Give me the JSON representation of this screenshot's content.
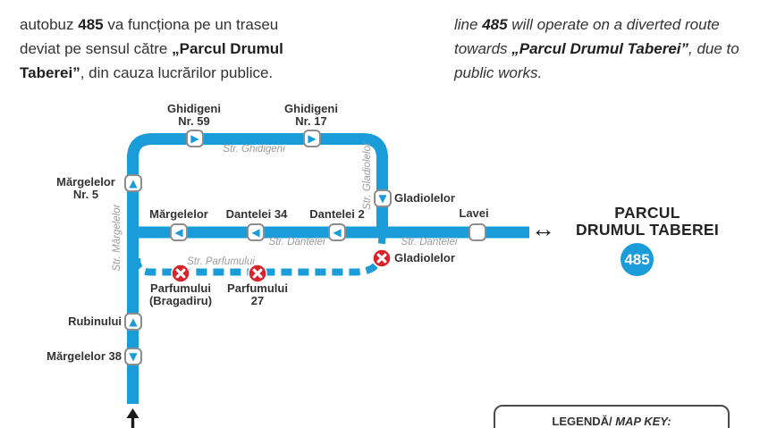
{
  "notice_ro": {
    "t1": "autobuz ",
    "b1": "485",
    "t2": " va funcționa pe un traseu deviat pe sensul către ",
    "b2": "„Parcul Drumul Taberei”",
    "t3": ", din cauza lucrărilor publice."
  },
  "notice_en": {
    "t1": "line ",
    "b1": "485",
    "t2": " will operate on a diverted route towards ",
    "b2": "„Parcul Drumul Taberei”",
    "t3": ", due to public works."
  },
  "map": {
    "streets": {
      "ghidigeni": "Str. Ghidigeni",
      "gladiolelor": "Str. Gladiolelor",
      "margelelor": "Str. Mărgelelor",
      "dantelei_a": "Str. Dantelei",
      "dantelei_b": "Str. Dantelei",
      "parfumului": "Str. Parfumului"
    },
    "stops": {
      "ghidigeni59": {
        "line1": "Ghidigeni",
        "line2": "Nr. 59",
        "arrow": "▶"
      },
      "ghidigeni17": {
        "line1": "Ghidigeni",
        "line2": "Nr. 17",
        "arrow": "▶"
      },
      "margelelor5": {
        "line1": "Mărgelelor",
        "line2": "Nr. 5",
        "arrow": "▲"
      },
      "gladiolelor": {
        "label": "Gladiolelor",
        "arrow": "▼"
      },
      "margelelor": {
        "label": "Mărgelelor",
        "arrow": "◀"
      },
      "dantelei34": {
        "label": "Dantelei 34",
        "arrow": "◀"
      },
      "dantelei2": {
        "label": "Dantelei 2",
        "arrow": "◀"
      },
      "lavei": {
        "label": "Lavei"
      },
      "gladiolelor_closed": {
        "label": "Gladiolelor"
      },
      "parfumului_bragadiru": {
        "line1": "Parfumului",
        "line2": "(Bragadiru)"
      },
      "parfumului27": {
        "line1": "Parfumului",
        "line2": "27"
      },
      "rubinului": {
        "label": "Rubinului",
        "arrow": "▲"
      },
      "margelelor38": {
        "label": "Mărgelelor 38",
        "arrow": "▼"
      }
    },
    "terminal": {
      "arrow": "↔",
      "name_line1": "PARCUL",
      "name_line2": "DRUMUL TABEREI",
      "route_badge": "485"
    },
    "legend": {
      "title_ro": "LEGENDĂ/",
      "title_en": " MAP KEY:"
    }
  },
  "colors": {
    "route_blue": "#1A9CD8",
    "cancel_red": "#D8232A",
    "street_gray": "#9B9B9B",
    "text_dark": "#333333"
  }
}
